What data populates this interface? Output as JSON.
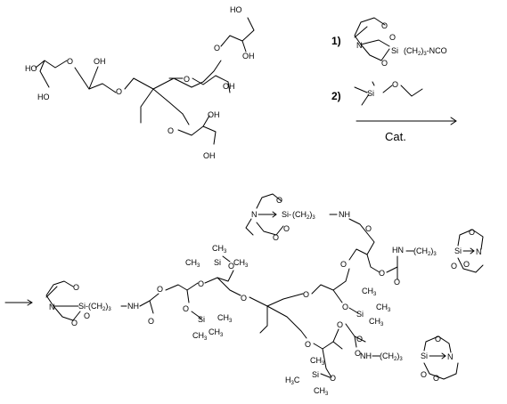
{
  "reagents": {
    "step1_number": "1)",
    "step2_number": "2)",
    "si": "Si",
    "n": "N",
    "o": "O",
    "isocyanate_tail": "(CH",
    "isocyanate_sub": "2",
    "isocyanate_end": ")",
    "isocyanate_sub2": "3",
    "isocyanate_group": "-NCO",
    "catalyst": "Cat."
  },
  "start_material": {
    "ho": "HO",
    "oh": "OH",
    "o": "O"
  },
  "product": {
    "si": "Si",
    "n": "N",
    "o": "O",
    "nh": "NH",
    "hn": "HN",
    "ch3": "CH",
    "sub3": "3",
    "ch2_open": "(CH",
    "ch2_sub": "2",
    "ch2_close": ")",
    "ch2_sub3": "3",
    "h3c": "H",
    "h3c_c": "C",
    "si_dash": "Si-",
    "arrow_si": "Si"
  }
}
